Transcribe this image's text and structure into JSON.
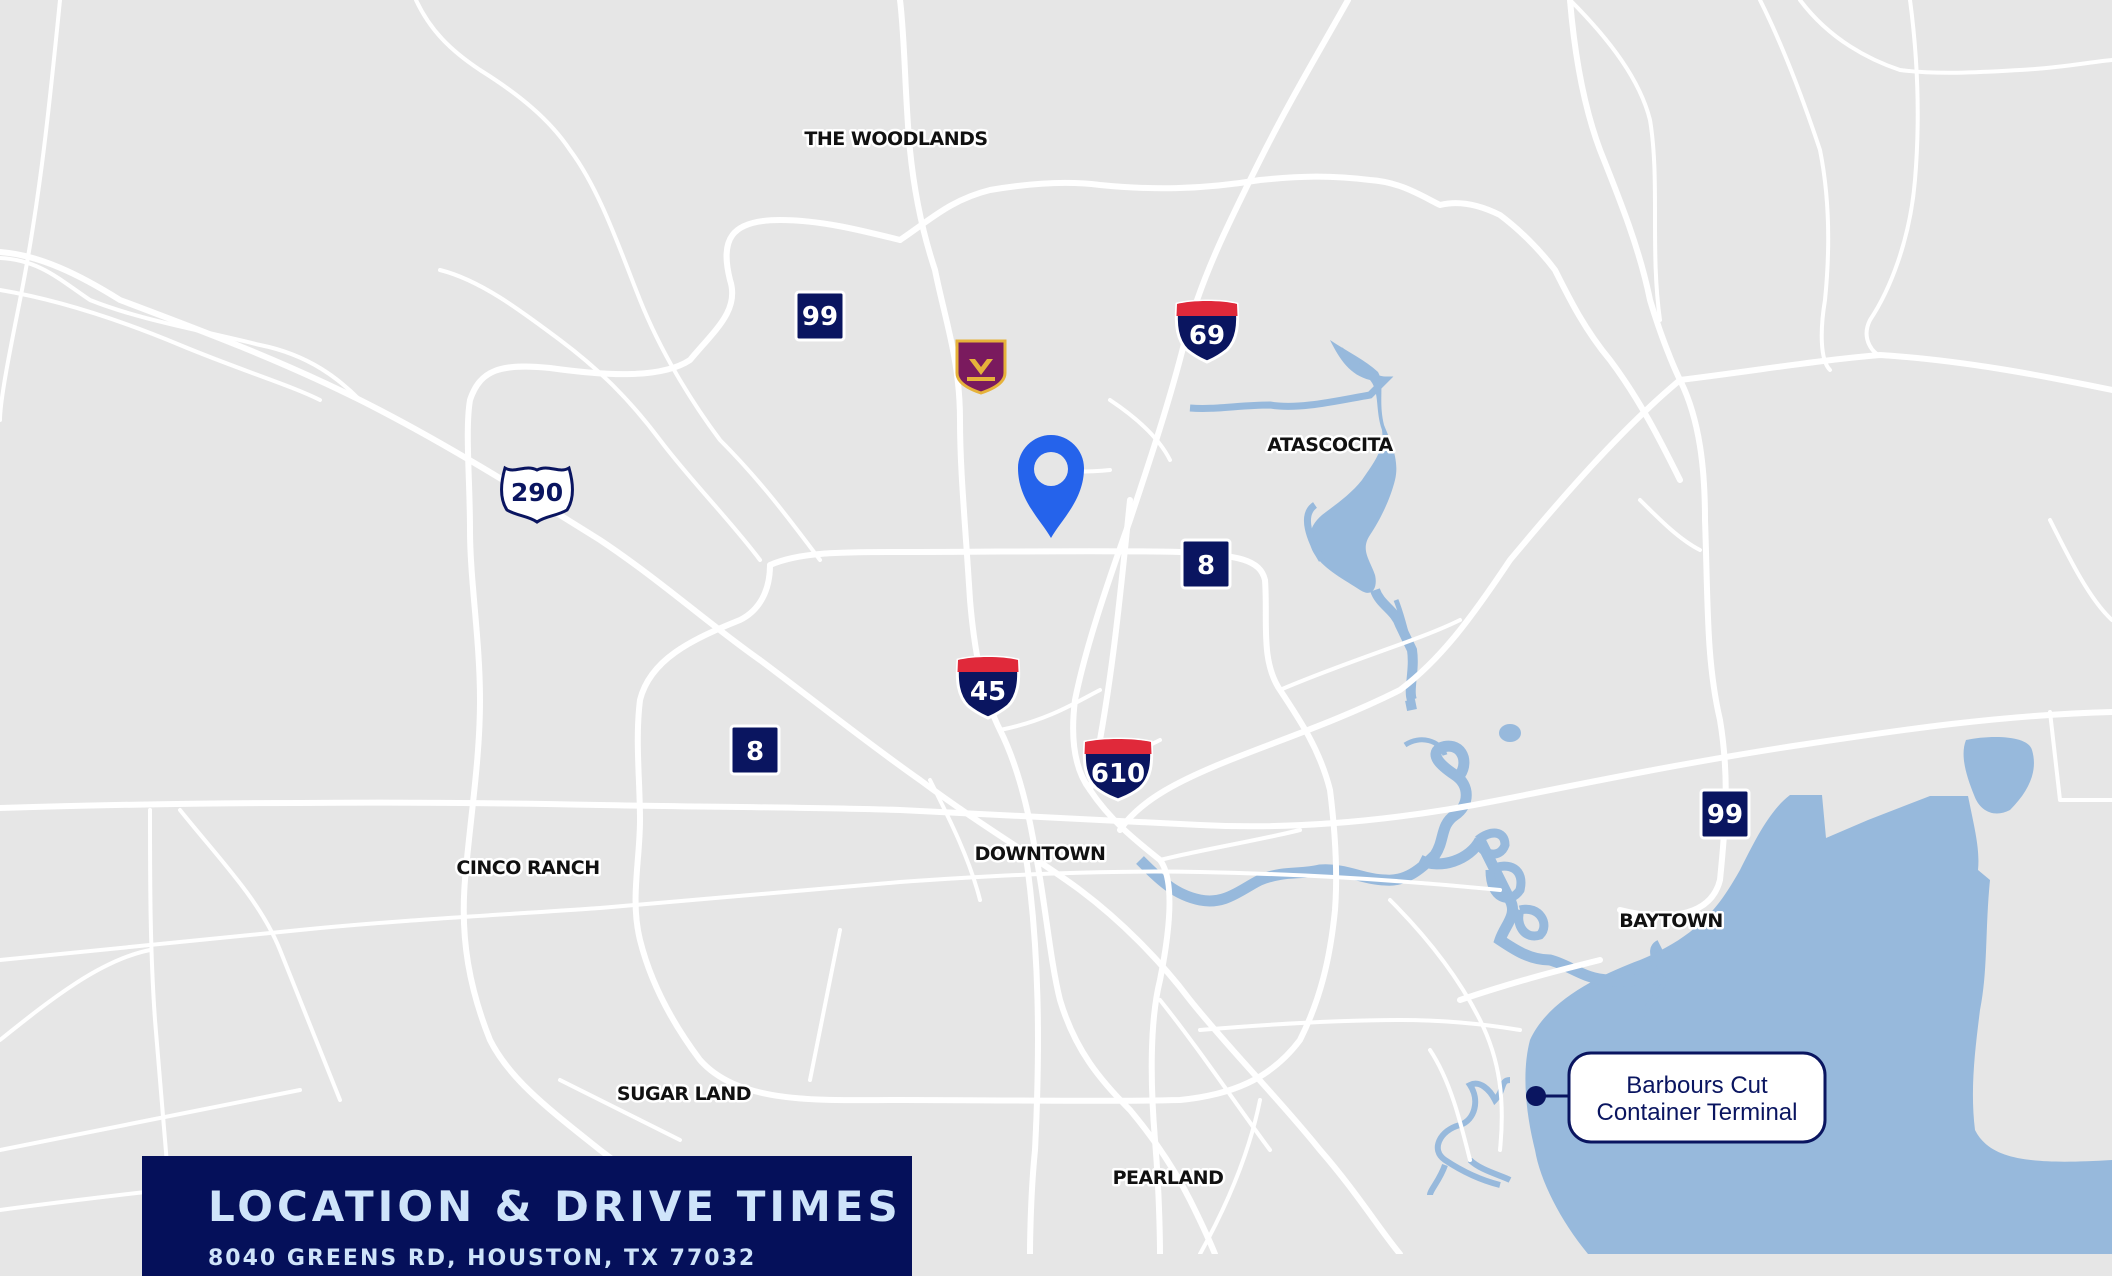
{
  "map": {
    "places": [
      {
        "id": "the-woodlands",
        "label": "THE WOODLANDS"
      },
      {
        "id": "atascocita",
        "label": "ATASCOCITA"
      },
      {
        "id": "cinco-ranch",
        "label": "CINCO RANCH"
      },
      {
        "id": "downtown",
        "label": "DOWNTOWN"
      },
      {
        "id": "baytown",
        "label": "BAYTOWN"
      },
      {
        "id": "sugar-land",
        "label": "SUGAR LAND"
      },
      {
        "id": "pearland",
        "label": "PEARLAND"
      }
    ],
    "shields": {
      "sh99_north": "99",
      "sh99_east": "99",
      "bw8_north": "8",
      "bw8_west": "8",
      "us290": "290",
      "i69": "69",
      "i45": "45",
      "i610": "610"
    },
    "toll_logo_icon": "hardy-toll-road-logo",
    "marker_icon": "location-pin-icon",
    "callout": {
      "line1": "Barbours Cut",
      "line2": "Container Terminal"
    },
    "colors": {
      "land": "#e6e6e6",
      "road": "#ffffff",
      "water": "#97b9dc",
      "shield_navy": "#0a1560",
      "interstate_red": "#e0293a",
      "marker_blue": "#2563eb"
    }
  },
  "panel": {
    "title": "LOCATION & DRIVE TIMES",
    "subtitle": "8040 GREENS RD, HOUSTON, TX 77032"
  }
}
